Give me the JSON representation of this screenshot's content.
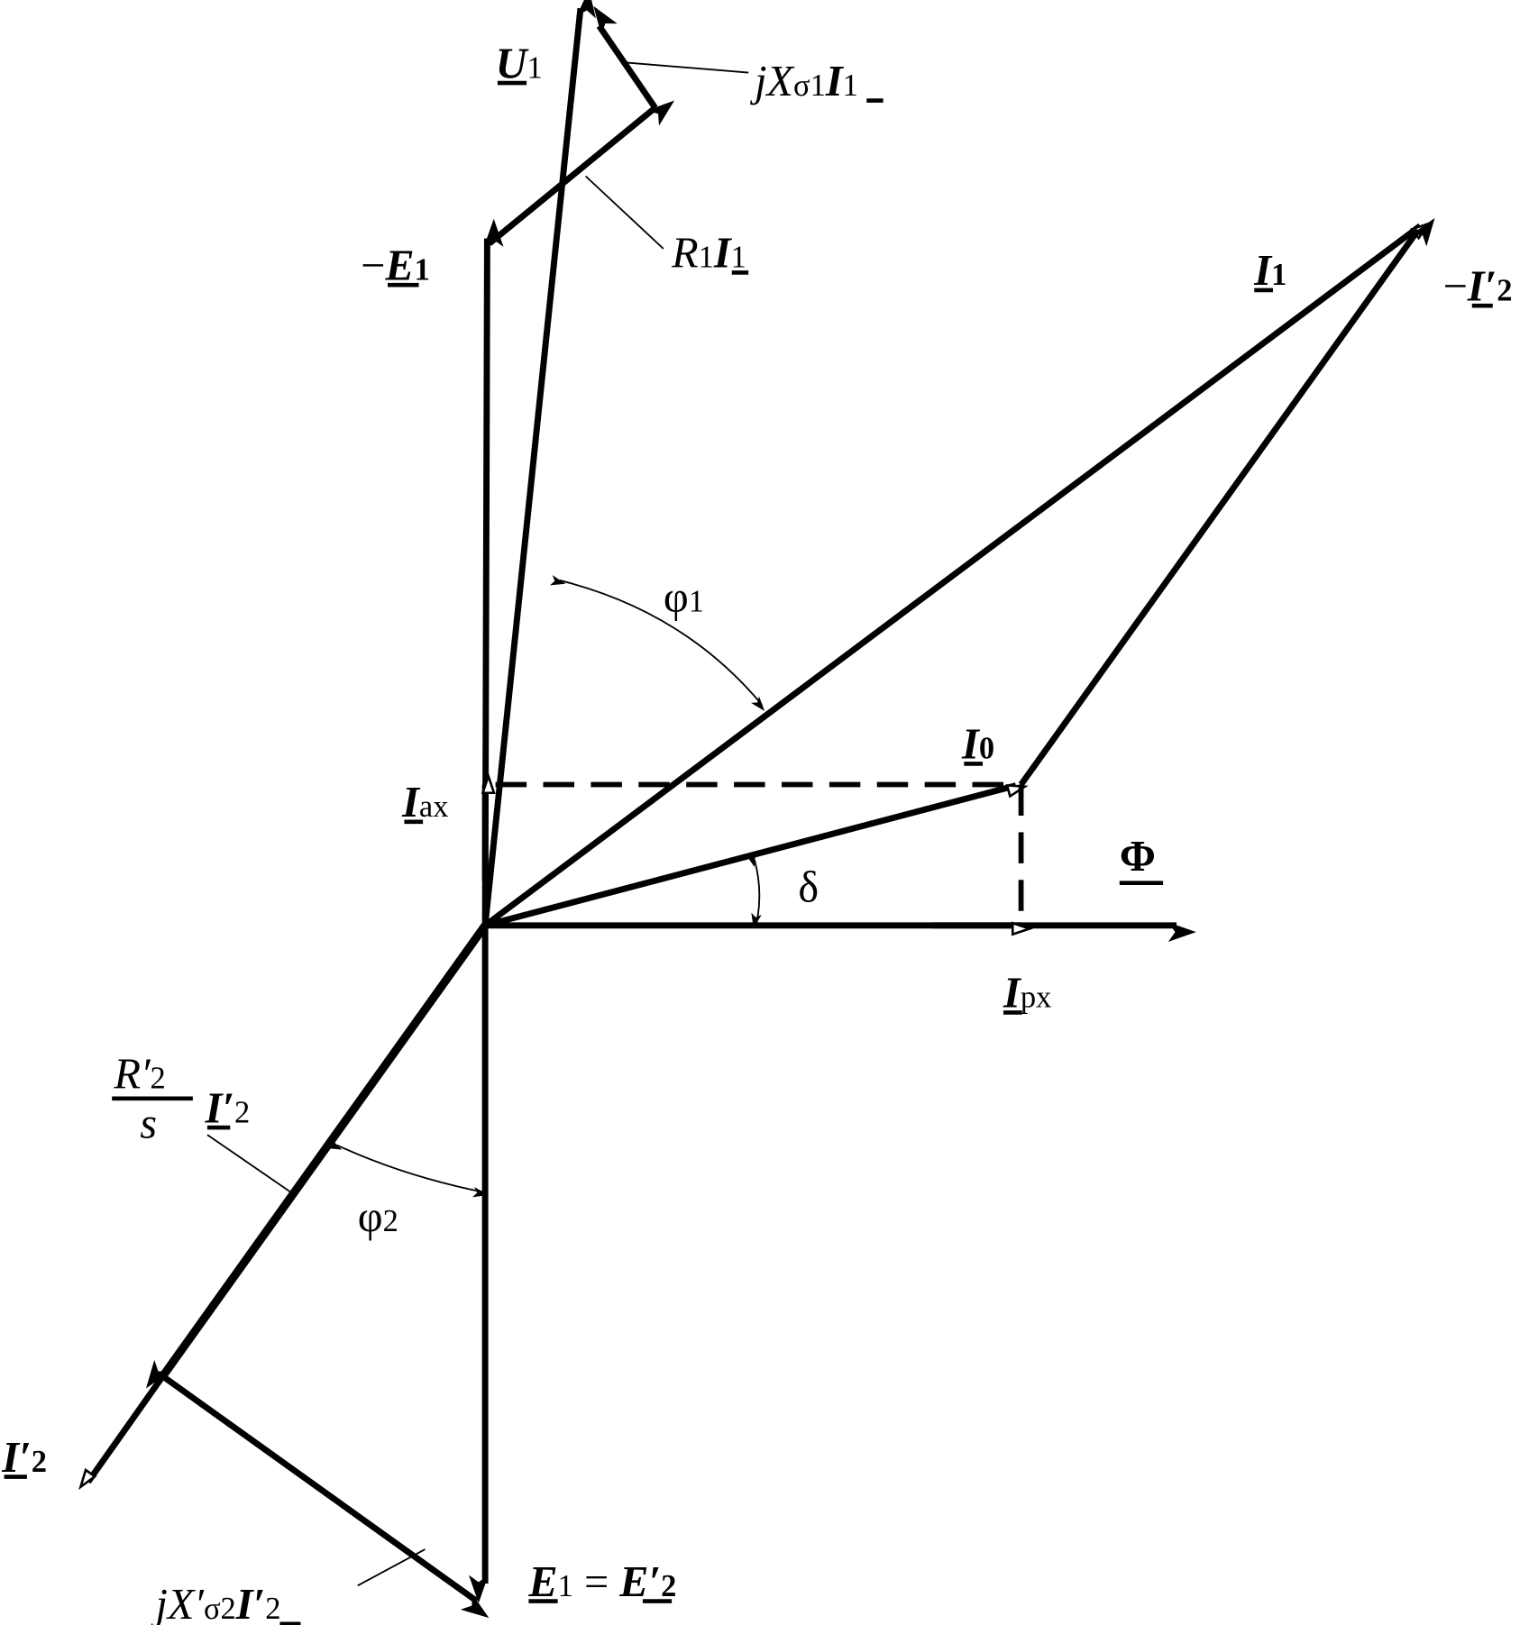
{
  "labels": {
    "u1": {
      "main": "U",
      "sub": "1"
    },
    "jx1": {
      "j": "j",
      "x": "X",
      "sub": "σ1",
      "i": "I",
      "isub": "1"
    },
    "r1": {
      "r": "R",
      "rsub": "1",
      "i": "I",
      "isub": "1"
    },
    "neg_e1": {
      "minus": "−",
      "main": "E",
      "sub": "1"
    },
    "i1": {
      "main": "I",
      "sub": "1"
    },
    "neg_i2": {
      "minus": "−",
      "main": "I",
      "prime": "′",
      "sub": "2"
    },
    "phi1": {
      "main": "φ",
      "sub": "1"
    },
    "i0": {
      "main": "I",
      "sub": "0"
    },
    "iax": {
      "main": "I",
      "sub": "ax"
    },
    "phi": {
      "main": "Φ"
    },
    "delta": {
      "main": "δ"
    },
    "ipx": {
      "main": "I",
      "sub": "px"
    },
    "r2s": {
      "num": "R′",
      "numsub": "2",
      "den": "s",
      "i": "I",
      "prime": "′",
      "isub": "2"
    },
    "phi2": {
      "main": "φ",
      "sub": "2"
    },
    "i2": {
      "main": "I",
      "prime": "′",
      "sub": "2"
    },
    "jx2": {
      "j": "j",
      "x": "X′",
      "sub": "σ2",
      "i": "I",
      "prime": "′",
      "isub": "2"
    },
    "e1e2": {
      "e1": "E",
      "e1sub": "1",
      "eq": " = ",
      "e2": "E",
      "prime": "′",
      "e2sub": "2"
    }
  }
}
